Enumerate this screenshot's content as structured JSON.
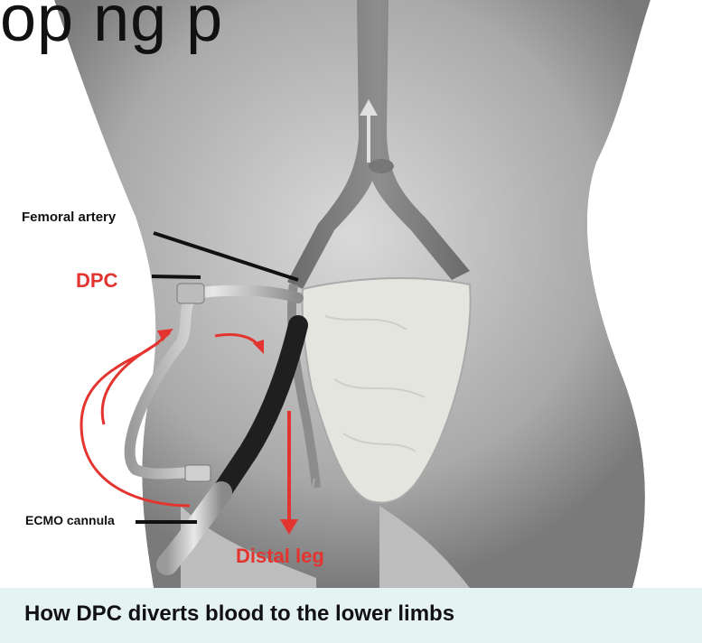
{
  "figure": {
    "header_fragment": "op                ng  p",
    "labels": {
      "femoral_artery": "Femoral artery",
      "dpc": "DPC",
      "ecmo_cannula": "ECMO cannula",
      "distal_leg": "Distal leg"
    },
    "colors": {
      "annotation_red": "#e3342f",
      "annotation_black": "#111111",
      "caption_background": "#e6f3f3"
    }
  },
  "caption": {
    "text": "How DPC diverts blood to the lower limbs"
  }
}
